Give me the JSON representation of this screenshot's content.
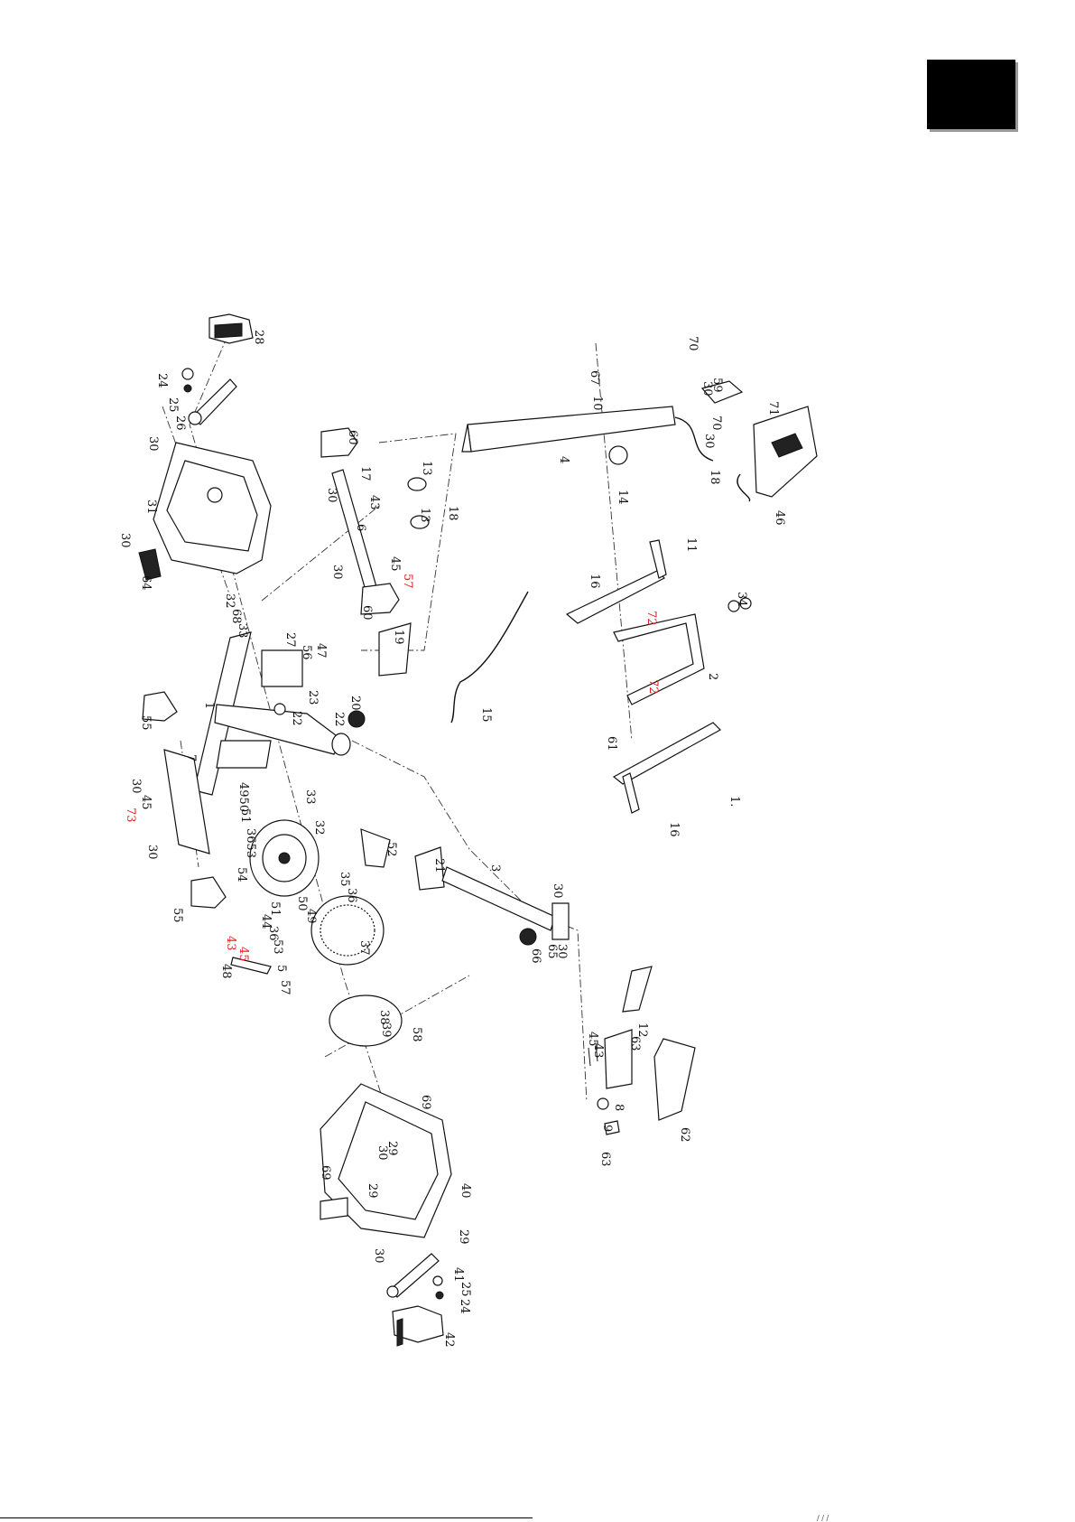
{
  "footer": {
    "note": "/ / /"
  },
  "part_numbers": [
    {
      "id": "28",
      "color": "black"
    },
    {
      "id": "24",
      "color": "black"
    },
    {
      "id": "25",
      "color": "black"
    },
    {
      "id": "26",
      "color": "black"
    },
    {
      "id": "30",
      "color": "black"
    },
    {
      "id": "31",
      "color": "black"
    },
    {
      "id": "30",
      "color": "black"
    },
    {
      "id": "64",
      "color": "black"
    },
    {
      "id": "32",
      "color": "black"
    },
    {
      "id": "68",
      "color": "black"
    },
    {
      "id": "33",
      "color": "black"
    },
    {
      "id": "60",
      "color": "black"
    },
    {
      "id": "17",
      "color": "black"
    },
    {
      "id": "30",
      "color": "black"
    },
    {
      "id": "43",
      "color": "black"
    },
    {
      "id": "6",
      "color": "black"
    },
    {
      "id": "13",
      "color": "black"
    },
    {
      "id": "13",
      "color": "black"
    },
    {
      "id": "30",
      "color": "black"
    },
    {
      "id": "45",
      "color": "black"
    },
    {
      "id": "57",
      "color": "red"
    },
    {
      "id": "60",
      "color": "black"
    },
    {
      "id": "19",
      "color": "black"
    },
    {
      "id": "27",
      "color": "black"
    },
    {
      "id": "56",
      "color": "black"
    },
    {
      "id": "47",
      "color": "black"
    },
    {
      "id": "23",
      "color": "black"
    },
    {
      "id": "22",
      "color": "black"
    },
    {
      "id": "22",
      "color": "black"
    },
    {
      "id": "20",
      "color": "black"
    },
    {
      "id": "1",
      "color": "black"
    },
    {
      "id": "55",
      "color": "black"
    },
    {
      "id": "7",
      "color": "black"
    },
    {
      "id": "30",
      "color": "black"
    },
    {
      "id": "45",
      "color": "black"
    },
    {
      "id": "73",
      "color": "red"
    },
    {
      "id": "30",
      "color": "black"
    },
    {
      "id": "4950",
      "color": "black"
    },
    {
      "id": "51",
      "color": "black"
    },
    {
      "id": "3653",
      "color": "black"
    },
    {
      "id": "33",
      "color": "black"
    },
    {
      "id": "32",
      "color": "black"
    },
    {
      "id": "54",
      "color": "black"
    },
    {
      "id": "55",
      "color": "black"
    },
    {
      "id": "35",
      "color": "black"
    },
    {
      "id": "36",
      "color": "black"
    },
    {
      "id": "50",
      "color": "black"
    },
    {
      "id": "49",
      "color": "black"
    },
    {
      "id": "51",
      "color": "black"
    },
    {
      "id": "44",
      "color": "black"
    },
    {
      "id": "36",
      "color": "black"
    },
    {
      "id": "53",
      "color": "black"
    },
    {
      "id": "43",
      "color": "red"
    },
    {
      "id": "45",
      "color": "red"
    },
    {
      "id": "48",
      "color": "black"
    },
    {
      "id": "5",
      "color": "black"
    },
    {
      "id": "57",
      "color": "black"
    },
    {
      "id": "37",
      "color": "black"
    },
    {
      "id": "38",
      "color": "black"
    },
    {
      "id": "39",
      "color": "black"
    },
    {
      "id": "58",
      "color": "black"
    },
    {
      "id": "52",
      "color": "black"
    },
    {
      "id": "21",
      "color": "black"
    },
    {
      "id": "3",
      "color": "black"
    },
    {
      "id": "30",
      "color": "black"
    },
    {
      "id": "66",
      "color": "black"
    },
    {
      "id": "65",
      "color": "black"
    },
    {
      "id": "30",
      "color": "black"
    },
    {
      "id": "67",
      "color": "black"
    },
    {
      "id": "10",
      "color": "black"
    },
    {
      "id": "4",
      "color": "black"
    },
    {
      "id": "14",
      "color": "black"
    },
    {
      "id": "18",
      "color": "black"
    },
    {
      "id": "70",
      "color": "black"
    },
    {
      "id": "30",
      "color": "black"
    },
    {
      "id": "59",
      "color": "black"
    },
    {
      "id": "71",
      "color": "black"
    },
    {
      "id": "70",
      "color": "black"
    },
    {
      "id": "30",
      "color": "black"
    },
    {
      "id": "18",
      "color": "black"
    },
    {
      "id": "46",
      "color": "black"
    },
    {
      "id": "11",
      "color": "black"
    },
    {
      "id": "16",
      "color": "black"
    },
    {
      "id": "72",
      "color": "red"
    },
    {
      "id": "34",
      "color": "black"
    },
    {
      "id": "72",
      "color": "red"
    },
    {
      "id": "2",
      "color": "black"
    },
    {
      "id": "61",
      "color": "black"
    },
    {
      "id": "15",
      "color": "black"
    },
    {
      "id": "16",
      "color": "black"
    },
    {
      "id": "1.",
      "color": "black"
    },
    {
      "id": "12",
      "color": "black"
    },
    {
      "id": "45",
      "color": "black"
    },
    {
      "id": "43",
      "color": "black"
    },
    {
      "id": "63",
      "color": "black"
    },
    {
      "id": "8",
      "color": "black"
    },
    {
      "id": "9",
      "color": "black"
    },
    {
      "id": "63",
      "color": "black"
    },
    {
      "id": "62",
      "color": "black"
    },
    {
      "id": "69",
      "color": "black"
    },
    {
      "id": "30",
      "color": "black"
    },
    {
      "id": "29",
      "color": "black"
    },
    {
      "id": "40",
      "color": "black"
    },
    {
      "id": "69",
      "color": "black"
    },
    {
      "id": "29",
      "color": "black"
    },
    {
      "id": "29",
      "color": "black"
    },
    {
      "id": "30",
      "color": "black"
    },
    {
      "id": "41",
      "color": "black"
    },
    {
      "id": "25",
      "color": "black"
    },
    {
      "id": "24",
      "color": "black"
    },
    {
      "id": "42",
      "color": "black"
    }
  ],
  "colors": {
    "label": "#111111",
    "highlight": "#e02020",
    "block": "#000000"
  }
}
